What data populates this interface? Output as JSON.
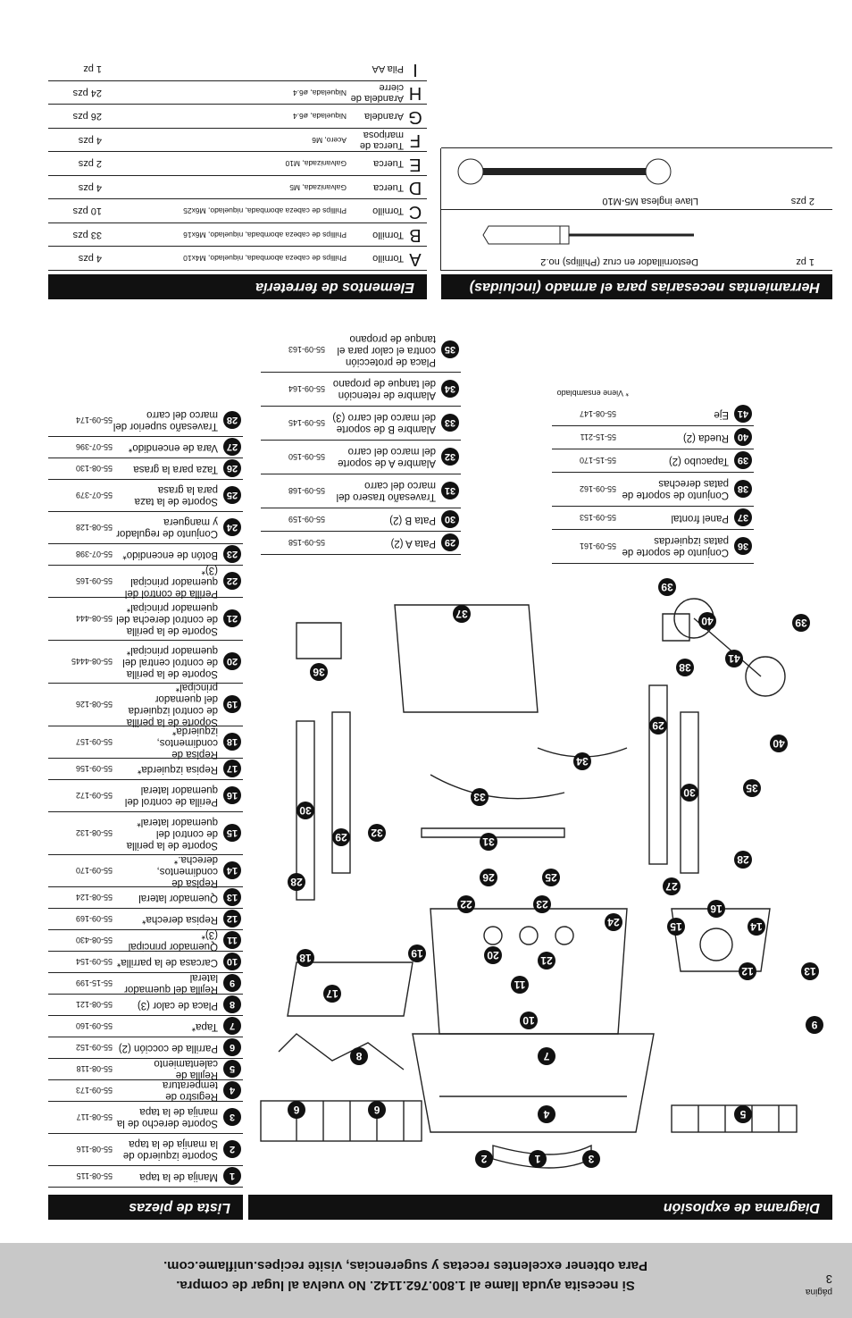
{
  "footer": {
    "page_label": "página",
    "page_number": "3",
    "line1": "Si necesita ayuda llame al 1.800.762.1142. No vuelva al lugar de compra.",
    "line2": "Para obtener excelentes recetas y sugerencias, visite recipes.uniflame.com."
  },
  "headers": {
    "parts_list": "Lista de piezas",
    "exploded": "Diagrama de explosión",
    "hardware": "Elementos de ferretería",
    "tools": "Herramientas necesarias para el armado (incluidas)"
  },
  "parts_col1": [
    {
      "n": "1",
      "name": "Manija de la tapa",
      "code": "55-08-115"
    },
    {
      "n": "2",
      "name": "Soporte izquierdo de la manija de la tapa",
      "code": "55-08-116"
    },
    {
      "n": "3",
      "name": "Soporte derecho de la manija de la tapa",
      "code": "55-08-117"
    },
    {
      "n": "4",
      "name": "Registro de temperatura",
      "code": "55-09-173"
    },
    {
      "n": "5",
      "name": "Rejilla de calentamiento",
      "code": "55-08-118"
    },
    {
      "n": "6",
      "name": "Parrilla de cocción (2)",
      "code": "55-09-152"
    },
    {
      "n": "7",
      "name": "Tapa*",
      "code": "55-09-160"
    },
    {
      "n": "8",
      "name": "Placa de calor (3)",
      "code": "55-08-121"
    },
    {
      "n": "9",
      "name": "Rejilla del quemador lateral",
      "code": "55-15-199"
    },
    {
      "n": "10",
      "name": "Carcasa de la parrilla*",
      "code": "55-09-154"
    },
    {
      "n": "11",
      "name": "Quemador principal (3)*",
      "code": "55-08-430"
    },
    {
      "n": "12",
      "name": "Repisa derecha*",
      "code": "55-09-169"
    },
    {
      "n": "13",
      "name": "Quemador lateral",
      "code": "55-08-124"
    },
    {
      "n": "14",
      "name": "Repisa de condimentos, derecha.*",
      "code": "55-09-170"
    },
    {
      "n": "15",
      "name": "Soporte de la perilla de control del quemador lateral*",
      "code": "55-08-132"
    },
    {
      "n": "16",
      "name": "Perilla de control del quemador lateral",
      "code": "55-09-172"
    },
    {
      "n": "17",
      "name": "Repisa izquierda*",
      "code": "55-09-156"
    },
    {
      "n": "18",
      "name": "Repisa de condimentos, izquierda*",
      "code": "55-09-157"
    },
    {
      "n": "19",
      "name": "Soporte de la perilla de control izquierda del quemador principal*",
      "code": "55-08-126"
    },
    {
      "n": "20",
      "name": "Soporte de la perilla de control central del quemador principal*",
      "code": "55-08-4445"
    },
    {
      "n": "21",
      "name": "Soporte de la perilla de control derecha del quemador principal*",
      "code": "55-08-444"
    },
    {
      "n": "22",
      "name": "Perilla de control del quemador principal (3)*",
      "code": "55-09-165"
    },
    {
      "n": "23",
      "name": "Botón de encendido*",
      "code": "55-07-398"
    },
    {
      "n": "24",
      "name": "Conjunto de regulador y manguera",
      "code": "55-08-128"
    },
    {
      "n": "25",
      "name": "Soporte de la taza para la grasa",
      "code": "55-07-379"
    },
    {
      "n": "26",
      "name": "Taza para la grasa",
      "code": "55-08-130"
    },
    {
      "n": "27",
      "name": "Vara de encendido*",
      "code": "55-07-396"
    },
    {
      "n": "28",
      "name": "Travesaño superior del marco del carro",
      "code": "55-09-174"
    }
  ],
  "parts_col2": [
    {
      "n": "29",
      "name": "Pata A (2)",
      "code": "55-09-158"
    },
    {
      "n": "30",
      "name": "Pata B (2)",
      "code": "55-09-159"
    },
    {
      "n": "31",
      "name": "Travesaño trasero del marco del carro",
      "code": "55-09-168"
    },
    {
      "n": "32",
      "name": "Alambre A de soporte del marco del carro",
      "code": "55-09-150"
    },
    {
      "n": "33",
      "name": "Alambre B de soporte del marco del carro (3)",
      "code": "55-09-145"
    },
    {
      "n": "34",
      "name": "Alambre de retención del tanque de propano",
      "code": "55-09-164"
    },
    {
      "n": "35",
      "name": "Placa de protección contra el calor para el tanque de propano",
      "code": "55-09-163"
    }
  ],
  "parts_col3": [
    {
      "n": "36",
      "name": "Conjunto de soporte de patas izquierdas",
      "code": "55-09-161"
    },
    {
      "n": "37",
      "name": "Panel frontal",
      "code": "55-09-153"
    },
    {
      "n": "38",
      "name": "Conjunto de soporte de patas derechas",
      "code": "55-09-162"
    },
    {
      "n": "39",
      "name": "Tapacubo (2)",
      "code": "55-15-170"
    },
    {
      "n": "40",
      "name": "Rueda (2)",
      "code": "55-15-211"
    },
    {
      "n": "41",
      "name": "Eje",
      "code": "55-08-147"
    }
  ],
  "preassembled_note": "* Viene ensamblado",
  "hardware": [
    {
      "letter": "A",
      "name": "Tornillo",
      "desc": "Phillips de cabeza abombada, niquelado, M4x10",
      "qty": "4 pzs"
    },
    {
      "letter": "B",
      "name": "Tornillo",
      "desc": "Phillips de cabeza abombada, niquelado, M6x16",
      "qty": "33 pzs"
    },
    {
      "letter": "C",
      "name": "Tornillo",
      "desc": "Phillips de cabeza abombada, niquelado, M6x25",
      "qty": "10 pzs"
    },
    {
      "letter": "D",
      "name": "Tuerca",
      "desc": "Galvanizada, M5",
      "qty": "4 pzs"
    },
    {
      "letter": "E",
      "name": "Tuerca",
      "desc": "Galvanizada, M10",
      "qty": "2 pzs"
    },
    {
      "letter": "F",
      "name": "Tuerca de mariposa",
      "desc": "Acero, M6",
      "qty": "4 pzs"
    },
    {
      "letter": "G",
      "name": "Arandela",
      "desc": "Niquelada, ø6.4",
      "qty": "26 pzs"
    },
    {
      "letter": "H",
      "name": "Arandela de cierre",
      "desc": "Niquelada, ø6.4",
      "qty": "24 pzs"
    },
    {
      "letter": "I",
      "name": "Pila AA",
      "desc": "",
      "qty": "1 pz"
    }
  ],
  "tools": [
    {
      "name": "Destornillador en cruz (Phillips) no.2",
      "qty": "1 pz"
    },
    {
      "name": "Llave inglesa M5-M10",
      "qty": "2 pzs"
    }
  ],
  "callouts": [
    "1",
    "2",
    "3",
    "4",
    "5",
    "6",
    "6",
    "7",
    "8",
    "9",
    "10",
    "11",
    "12",
    "13",
    "14",
    "15",
    "16",
    "17",
    "18",
    "19",
    "20",
    "21",
    "22",
    "23",
    "24",
    "25",
    "26",
    "27",
    "28",
    "28",
    "29",
    "29",
    "30",
    "30",
    "31",
    "32",
    "33",
    "34",
    "35",
    "36",
    "37",
    "38",
    "39",
    "39",
    "40",
    "40",
    "41"
  ]
}
